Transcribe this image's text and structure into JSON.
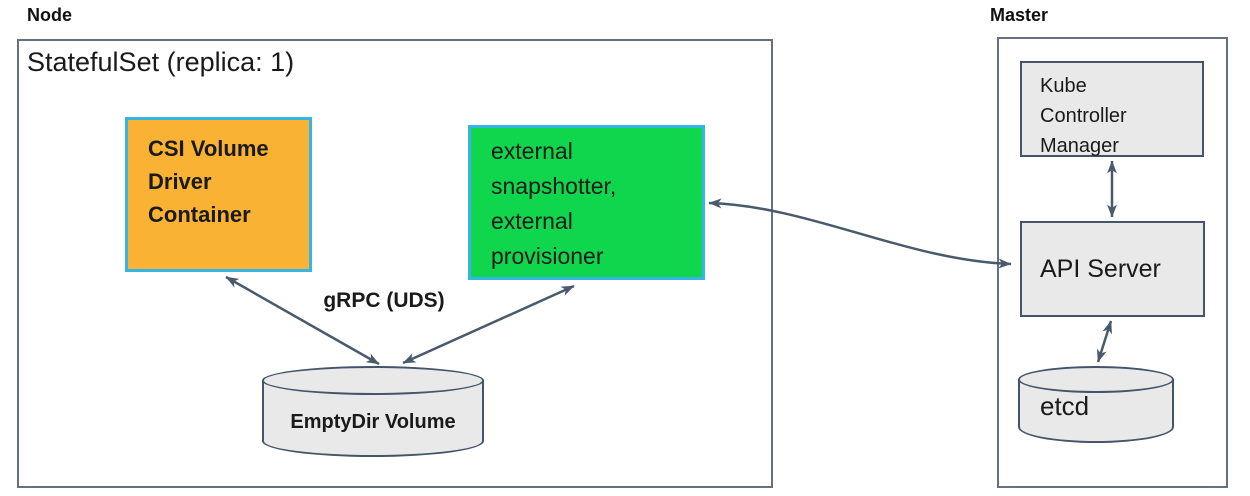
{
  "node": {
    "label": "Node",
    "statefulset_title": "StatefulSet (replica: 1)",
    "csi_driver_box": {
      "lines": [
        "CSI Volume",
        "Driver",
        "Container"
      ],
      "fill": "#f9b233",
      "border": "#35b5e5"
    },
    "sidecar_box": {
      "lines": [
        "external",
        "snapshotter,",
        "external",
        "provisioner"
      ],
      "fill": "#0fd64c",
      "border": "#35b5e5"
    },
    "grpc_label": "gRPC (UDS)",
    "emptydir_volume_label": "EmptyDir Volume"
  },
  "master": {
    "label": "Master",
    "kube_controller_manager": {
      "lines": [
        "Kube",
        "Controller",
        "Manager"
      ]
    },
    "api_server_label": "API Server",
    "etcd_label": "etcd"
  },
  "colors": {
    "gray_box_fill": "#e9e9e9",
    "gray_box_border": "#44546a",
    "outer_box_border": "#66707f",
    "arrow": "#4a5a6d",
    "csi_fill_orange": "#f9b233",
    "sidecar_fill_green": "#0fd64c",
    "highlight_border_blue": "#35b5e5"
  }
}
